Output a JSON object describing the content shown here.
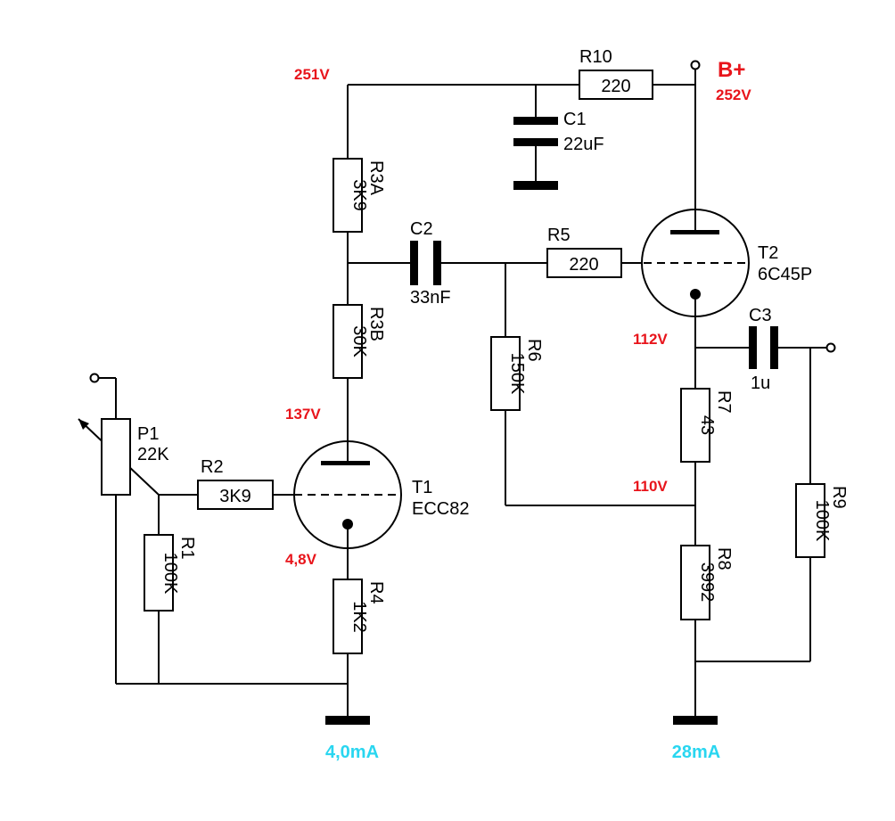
{
  "supply": {
    "label": "B+",
    "voltage": "252V"
  },
  "voltages": {
    "r10_node": "251V",
    "t1_anode": "137V",
    "t1_cathode": "4,8V",
    "t2_cathode": "112V",
    "r7_low": "110V"
  },
  "currents": {
    "stage1": "4,0mA",
    "stage2": "28mA"
  },
  "components": {
    "R10": {
      "ref": "R10",
      "value": "220"
    },
    "C1": {
      "ref": "C1",
      "value": "22uF"
    },
    "R3A": {
      "ref": "R3A",
      "value": "3K9"
    },
    "R3B": {
      "ref": "R3B",
      "value": "30K"
    },
    "C2": {
      "ref": "C2",
      "value": "33nF"
    },
    "R5": {
      "ref": "R5",
      "value": "220"
    },
    "R6": {
      "ref": "R6",
      "value": "150K"
    },
    "T2": {
      "ref": "T2",
      "value": "6C45P"
    },
    "C3": {
      "ref": "C3",
      "value": "1u"
    },
    "R7": {
      "ref": "R7",
      "value": "43"
    },
    "R8": {
      "ref": "R8",
      "value": "3992"
    },
    "R9": {
      "ref": "R9",
      "value": "100K"
    },
    "P1": {
      "ref": "P1",
      "value": "22K"
    },
    "R2": {
      "ref": "R2",
      "value": "3K9"
    },
    "R1": {
      "ref": "R1",
      "value": "100K"
    },
    "T1": {
      "ref": "T1",
      "value": "ECC82"
    },
    "R4": {
      "ref": "R4",
      "value": "1K2"
    }
  }
}
